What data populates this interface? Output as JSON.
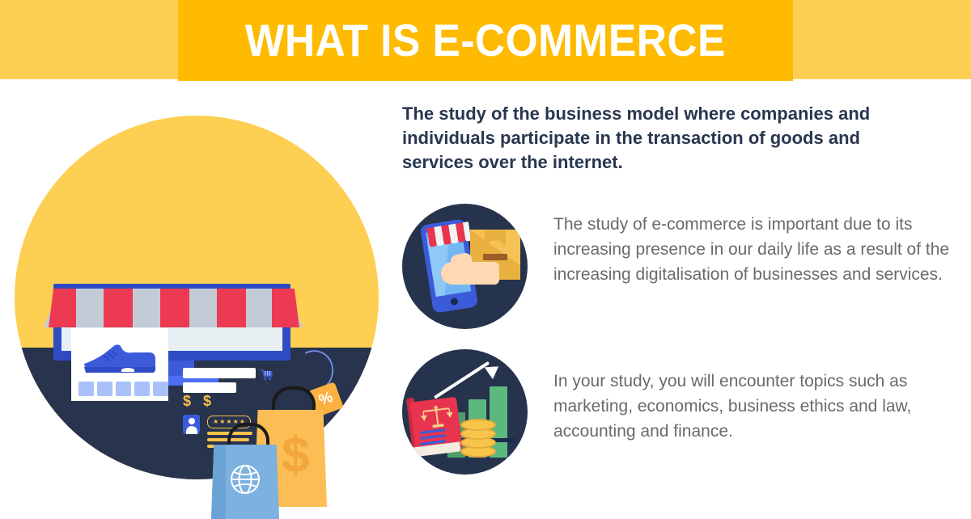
{
  "header": {
    "title": "WHAT IS E-COMMERCE",
    "band_color": "#fdd053",
    "banner_color": "#febb02",
    "title_color": "#ffffff"
  },
  "intro": {
    "text": "The study of the business model where companies and individuals participate in the transaction of goods and services over the internet.",
    "color": "#29364f"
  },
  "rows": [
    {
      "icon_name": "tablet-delivery-icon",
      "icon_bg": "#26334d",
      "text": "The study of e-commerce is important due to its increasing presence in our daily life as a result of the increasing digitalisation of businesses and services."
    },
    {
      "icon_name": "law-book-growth-chart-icon",
      "icon_bg": "#26334d",
      "text": "In your study, you will encounter topics such as marketing, economics, business ethics and law, accounting and finance."
    }
  ],
  "illustration": {
    "name": "ecommerce-storefront-illustration",
    "circle_top_color": "#fdd053",
    "circle_bottom_color": "#28334d",
    "monitor_frame_color": "#2f4bc4",
    "screen_color": "#e8eff3",
    "awning_stripe_color": "#ec3a52",
    "awning_base_color": "#c3ccd6",
    "product_name": "blue-sneaker",
    "swatch_count": 5,
    "star_count": 5,
    "dollar_symbols": "$ $",
    "percent_symbol": "%",
    "bag_dollar_symbol": "$",
    "bag_blue_color": "#7cb1e0",
    "bag_yellow_color": "#fbbd54",
    "tag_color": "#fbb040",
    "accent_gold": "#fbc04a"
  },
  "body_text_color": "#6a6a6a"
}
